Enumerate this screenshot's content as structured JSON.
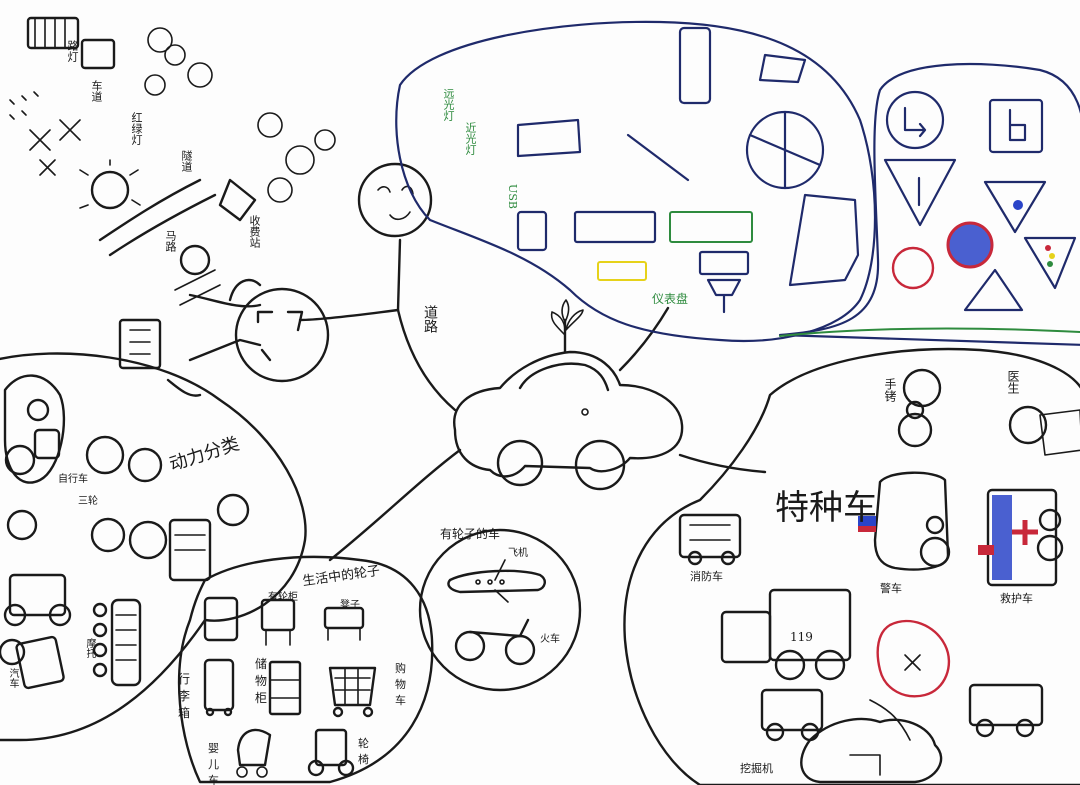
{
  "center": {
    "label": ""
  },
  "branches": {
    "daily_wheels": {
      "title": "生活中的轮子",
      "items": [
        "行李箱",
        "储物柜",
        "购物车",
        "婴儿车",
        "轮椅",
        "凳子",
        "有轮柜"
      ]
    },
    "rotating": {
      "title": "有轮子的车",
      "items": [
        "飞机",
        "火车"
      ]
    },
    "special": {
      "title": "特种车",
      "items": [
        "救护车",
        "消防车",
        "警车",
        "手铐",
        "医生",
        "挖掘机"
      ]
    },
    "power": {
      "title": "动力分类",
      "items": [
        "自行车",
        "三轮",
        "摩托",
        "汽车"
      ]
    },
    "road": {
      "title": "道路",
      "items": [
        "路灯",
        "车道",
        "红绿灯",
        "隧道",
        "马路",
        "收费站"
      ]
    },
    "dashboard": {
      "title": "仪表盘",
      "items": [
        "远光灯",
        "近光灯",
        "USB"
      ]
    }
  },
  "plate_number": "119",
  "colors": {
    "ink": "#1a1a1a",
    "navy": "#1f2a6b",
    "green": "#2e8b3e",
    "red": "#c8283a",
    "blue": "#2a44c8",
    "yellow": "#e6d21a"
  }
}
